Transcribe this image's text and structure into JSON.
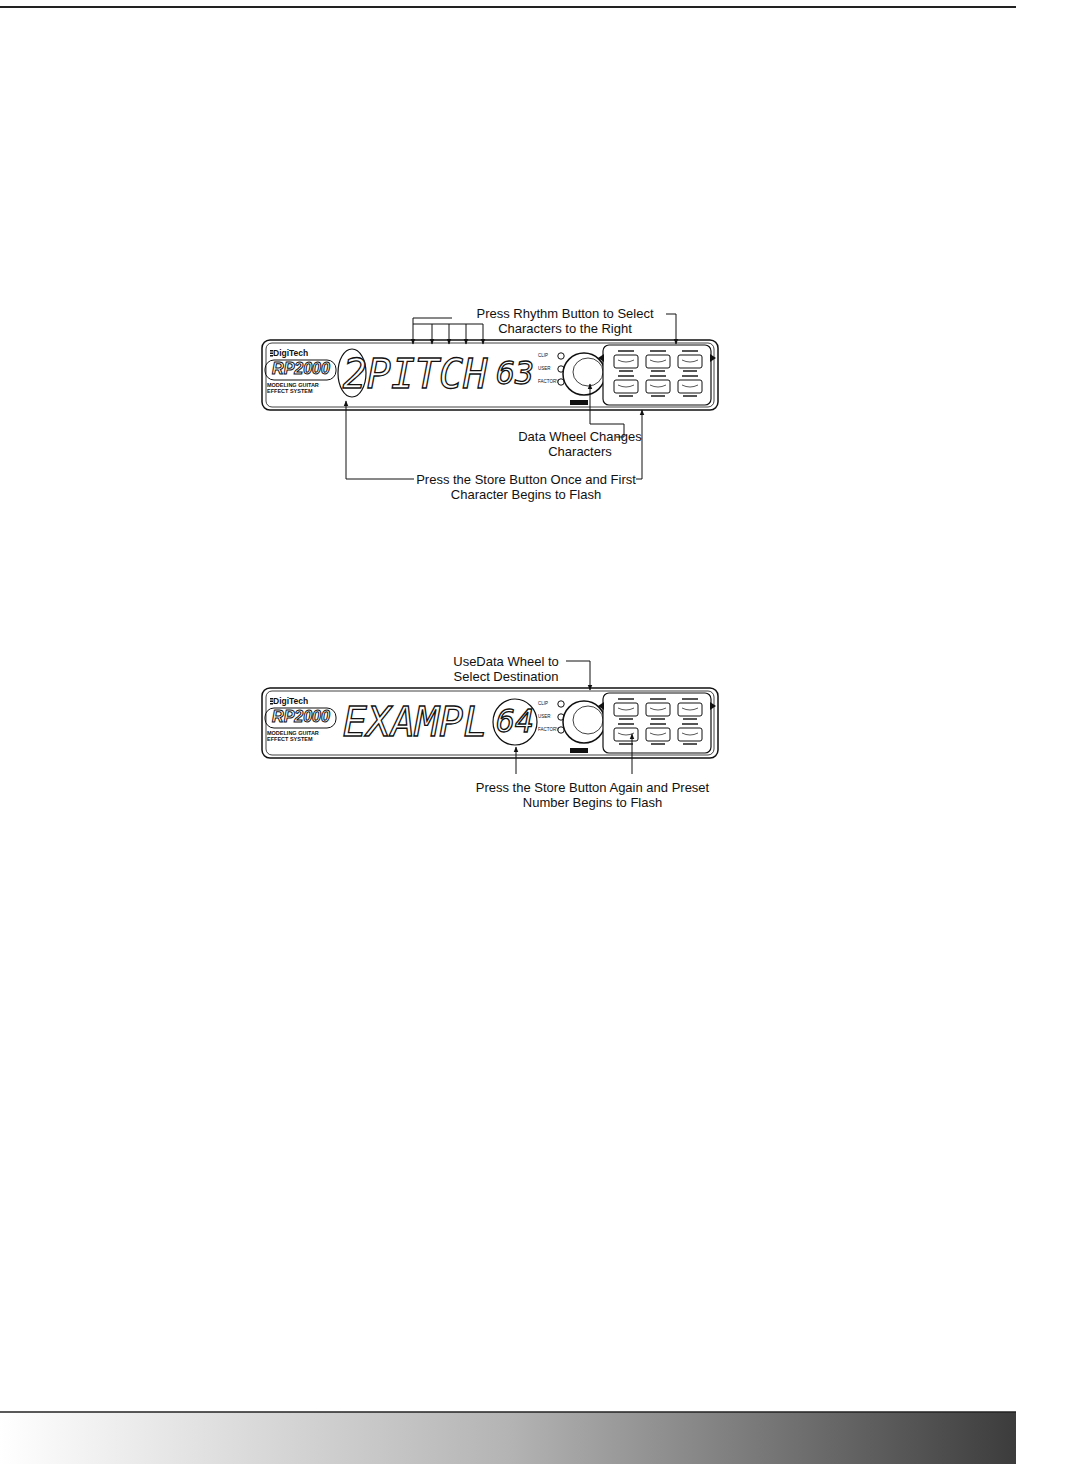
{
  "diagram": {
    "nodes": [
      {
        "text": [
          "2PITCH"
        ]
      },
      {
        "text": [
          "63"
        ]
      },
      {
        "text": [
          "EXAMPL"
        ]
      },
      {
        "text": [
          "64"
        ]
      }
    ],
    "labels": [
      "Press Rhythm Button to Select Characters to the Right",
      "DigiTech",
      "RP2000",
      "MODELING GUITAR EFFECT SYSTEM",
      "CLIP",
      "USER",
      "FACTORY",
      "Data Wheel Changes Characters",
      "Press the Store Button Once and First Character Begins to Flash",
      "UseData Wheel to Select Destination",
      "DigiTech",
      "RP2000",
      "MODELING GUITAR EFFECT SYSTEM",
      "CLIP",
      "USER",
      "FACTORY",
      "Press the Store Button Again and Preset Number Begins to Flash"
    ]
  }
}
